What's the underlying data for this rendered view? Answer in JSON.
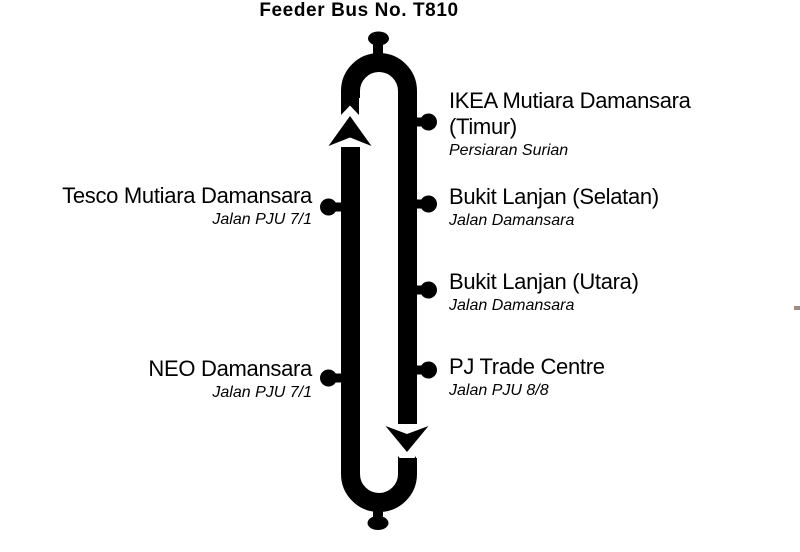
{
  "title": "Feeder Bus No. T810",
  "route": {
    "loop": true,
    "direction": {
      "left_side": "up",
      "right_side": "down"
    },
    "stops_right": [
      {
        "name_line1": "IKEA Mutiara Damansara",
        "name_line2": "(Timur)",
        "road": "Persiaran Surian"
      },
      {
        "name_line1": "Bukit Lanjan (Selatan)",
        "road": "Jalan Damansara"
      },
      {
        "name_line1": "Bukit Lanjan (Utara)",
        "road": "Jalan Damansara"
      },
      {
        "name_line1": "PJ Trade Centre",
        "road": "Jalan PJU 8/8"
      }
    ],
    "stops_left": [
      {
        "name_line1": "Tesco Mutiara Damansara",
        "road": "Jalan PJU 7/1"
      },
      {
        "name_line1": "NEO Damansara",
        "road": "Jalan PJU 7/1"
      }
    ]
  },
  "icons": {
    "up_arrow": "direction-up-arrow",
    "down_arrow": "direction-down-arrow",
    "terminal_top": "route-terminal-stub",
    "terminal_bottom": "route-terminal-stub",
    "stop_marker": "bus-stop-tick"
  },
  "colors": {
    "ink": "#000000",
    "background": "#ffffff"
  }
}
